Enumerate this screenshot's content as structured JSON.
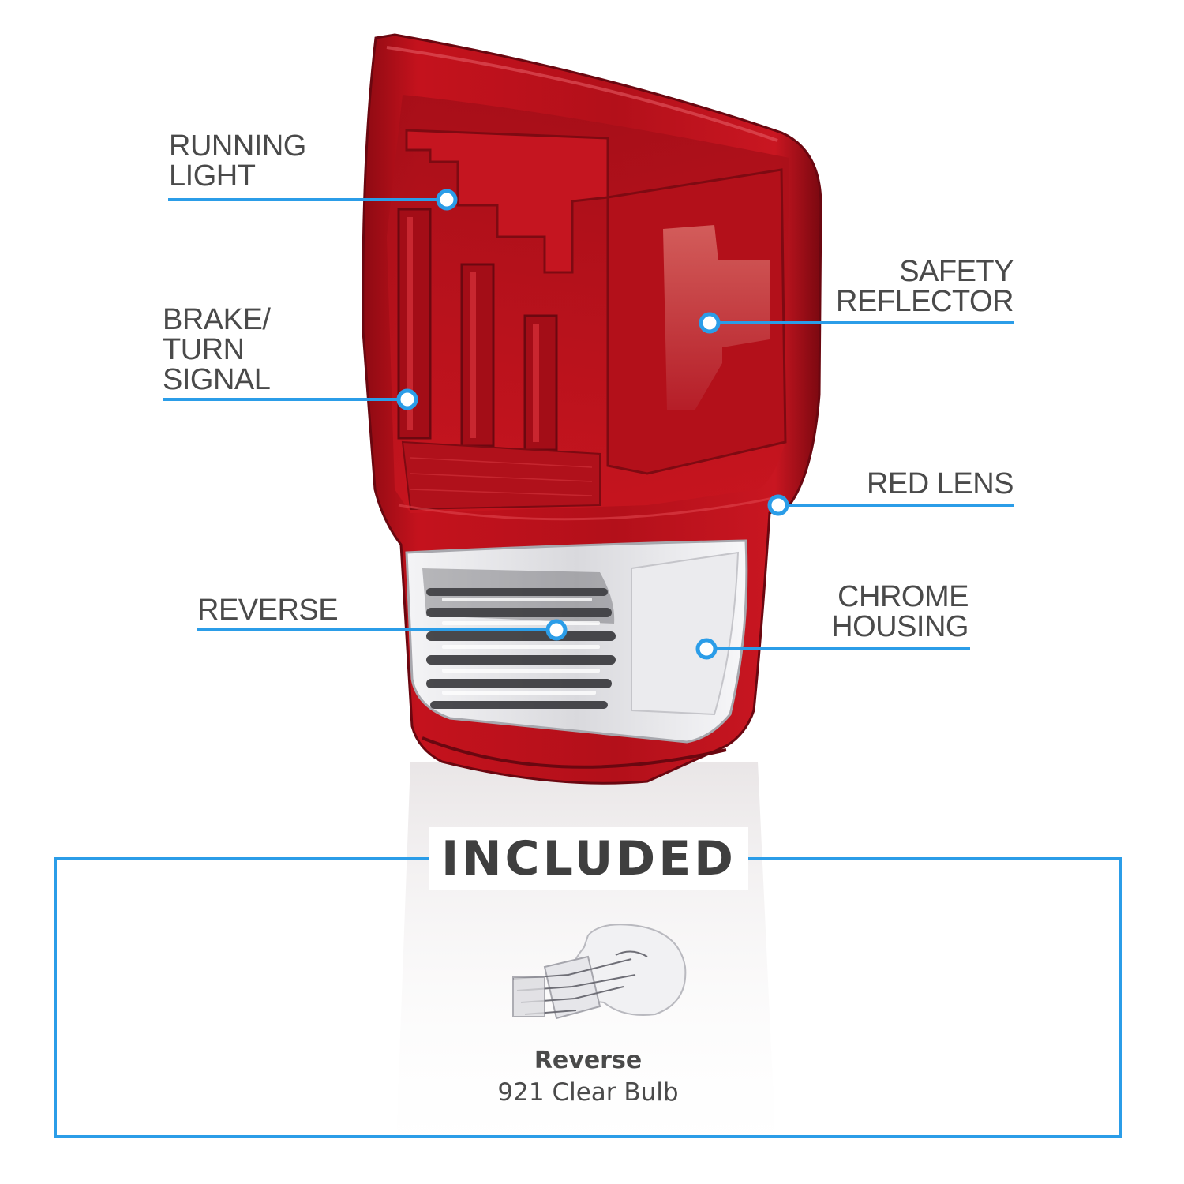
{
  "colors": {
    "accent_blue": "#2b9de8",
    "lens_red": "#b8111c",
    "text_gray": "#4a4a4a",
    "chrome": "#e8e8ea"
  },
  "product": {
    "image": "tail-light-assembly"
  },
  "callouts": {
    "running_light": "RUNNING\nLIGHT",
    "brake_turn": "BRAKE/\nTURN\nSIGNAL",
    "safety_reflector": "SAFETY\nREFLECTOR",
    "red_lens": "RED LENS",
    "reverse": "REVERSE",
    "chrome_housing": "CHROME\nHOUSING"
  },
  "included": {
    "heading": "INCLUDED",
    "bulb_type": "Reverse",
    "bulb_desc": "921 Clear Bulb"
  }
}
